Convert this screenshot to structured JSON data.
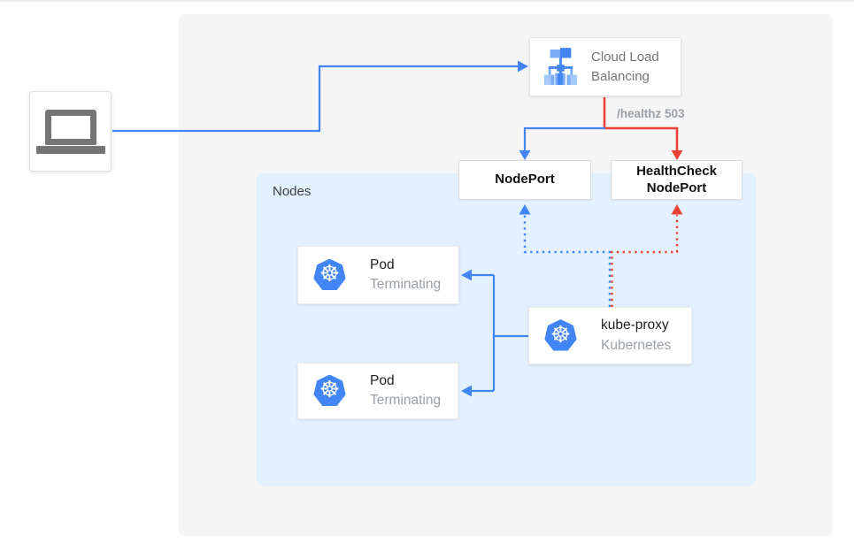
{
  "diagram": {
    "client": {
      "icon": "laptop"
    },
    "cloud_lb": {
      "label": "Cloud Load Balancing"
    },
    "healthz_label": "/healthz 503",
    "nodeport": {
      "label": "NodePort"
    },
    "healthcheck_nodeport": {
      "label": "HealthCheck NodePort"
    },
    "nodes_group": {
      "label": "Nodes"
    },
    "pods": [
      {
        "title": "Pod",
        "subtitle": "Terminating"
      },
      {
        "title": "Pod",
        "subtitle": "Terminating"
      }
    ],
    "kube_proxy": {
      "title": "kube-proxy",
      "subtitle": "Kubernetes"
    }
  },
  "colors": {
    "arrow_blue": "#4285f4",
    "arrow_red": "#ea4335",
    "canvas_bg": "#f5f5f6",
    "nodes_bg": "#e3f0fd",
    "muted_text": "#9aa0a6",
    "dark_text": "#212121",
    "icon_gray": "#757575",
    "kubernetes_blue": "#4285f4",
    "lb_icon_light_blue": "#7baaf7"
  }
}
